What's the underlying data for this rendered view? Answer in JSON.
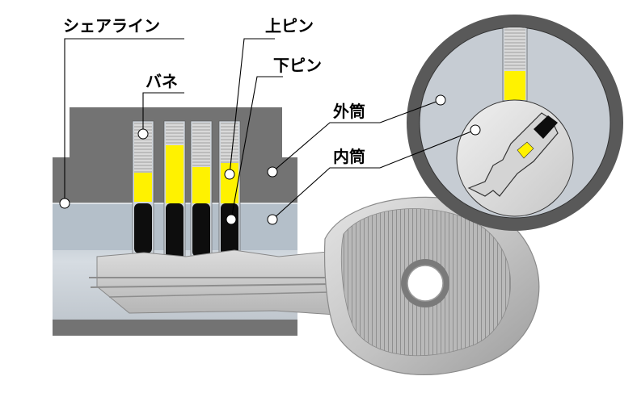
{
  "labels": {
    "shear_line": "シェアライン",
    "spring": "バネ",
    "upper_pin": "上ピン",
    "lower_pin": "下ピン",
    "outer_cylinder": "外筒",
    "inner_cylinder": "内筒"
  },
  "colors": {
    "housing": "#737373",
    "inner_plug": "#c3cad1",
    "pin_yellow": "#fff200",
    "pin_black": "#0d0d0d",
    "key_metal": "#c4c4c4",
    "outline": "#000000"
  }
}
